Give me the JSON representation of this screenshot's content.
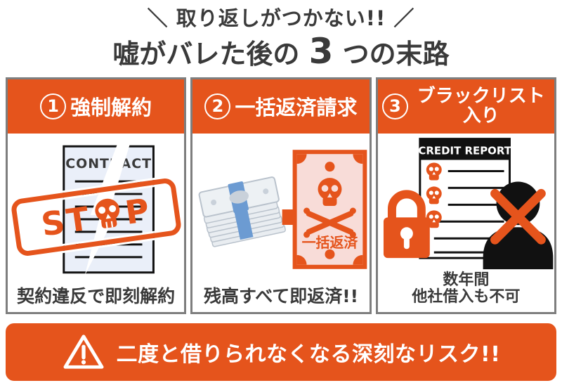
{
  "title": {
    "line1": "＼ 取り返しがつかない!! ／",
    "line2_prefix": "嘘がバレた後の",
    "line2_number": "3",
    "line2_suffix": "つの末路"
  },
  "colors": {
    "accent_orange": "#e5541c",
    "text_dark": "#3a3a3a",
    "panel_border_gray": "#7e7e7e",
    "contract_paper_blue": "#eaeff9",
    "bill_pink": "#f8dcd8",
    "money_band_blue": "#6c9bd2"
  },
  "panels": [
    {
      "number": "1",
      "title": "強制解約",
      "caption": "契約違反で即刻解約",
      "illustration": {
        "document_label": "CONTRACT",
        "stamp_word": "STOP",
        "stamp_left": "ST",
        "stamp_right": "P"
      }
    },
    {
      "number": "2",
      "title": "一括返済請求",
      "caption": "残高すべて即返済!!",
      "illustration": {
        "bill_label": "一括返済"
      }
    },
    {
      "number": "3",
      "title": "ブラックリスト入り",
      "caption_line1": "数年間",
      "caption_line2": "他社借入も不可",
      "illustration": {
        "document_label": "CREDIT REPORT"
      }
    }
  ],
  "banner": {
    "text": "二度と借りられなくなる深刻なリスク!!"
  }
}
